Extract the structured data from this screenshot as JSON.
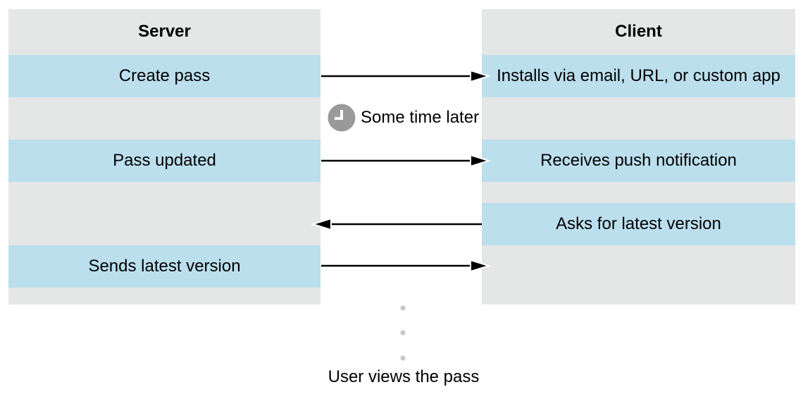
{
  "server": {
    "title": "Server",
    "create_pass": "Create pass",
    "pass_updated": "Pass updated",
    "sends_latest": "Sends latest version"
  },
  "client": {
    "title": "Client",
    "installs": "Installs via email, URL, or custom app",
    "receives_push": "Receives push notification",
    "asks_latest": "Asks for latest version"
  },
  "annotations": {
    "some_time_later": "Some time later",
    "user_views_pass": "User views the pass"
  },
  "icons": {
    "clock": "clock-icon",
    "ellipsis": "vertical-ellipsis-dots"
  },
  "arrows": [
    {
      "name": "create-pass-to-installs",
      "direction": "left-to-right"
    },
    {
      "name": "pass-updated-to-receives-push",
      "direction": "left-to-right"
    },
    {
      "name": "asks-latest-version-to-server",
      "direction": "right-to-left"
    },
    {
      "name": "sends-latest-version-to-client",
      "direction": "left-to-right"
    }
  ],
  "colors": {
    "row-gray": "#e5e6e6",
    "row-blue": "#bcdfee",
    "clock-gray": "#9a9a9a",
    "dot-gray": "#c9c9c9",
    "arrow-black": "#000000"
  }
}
